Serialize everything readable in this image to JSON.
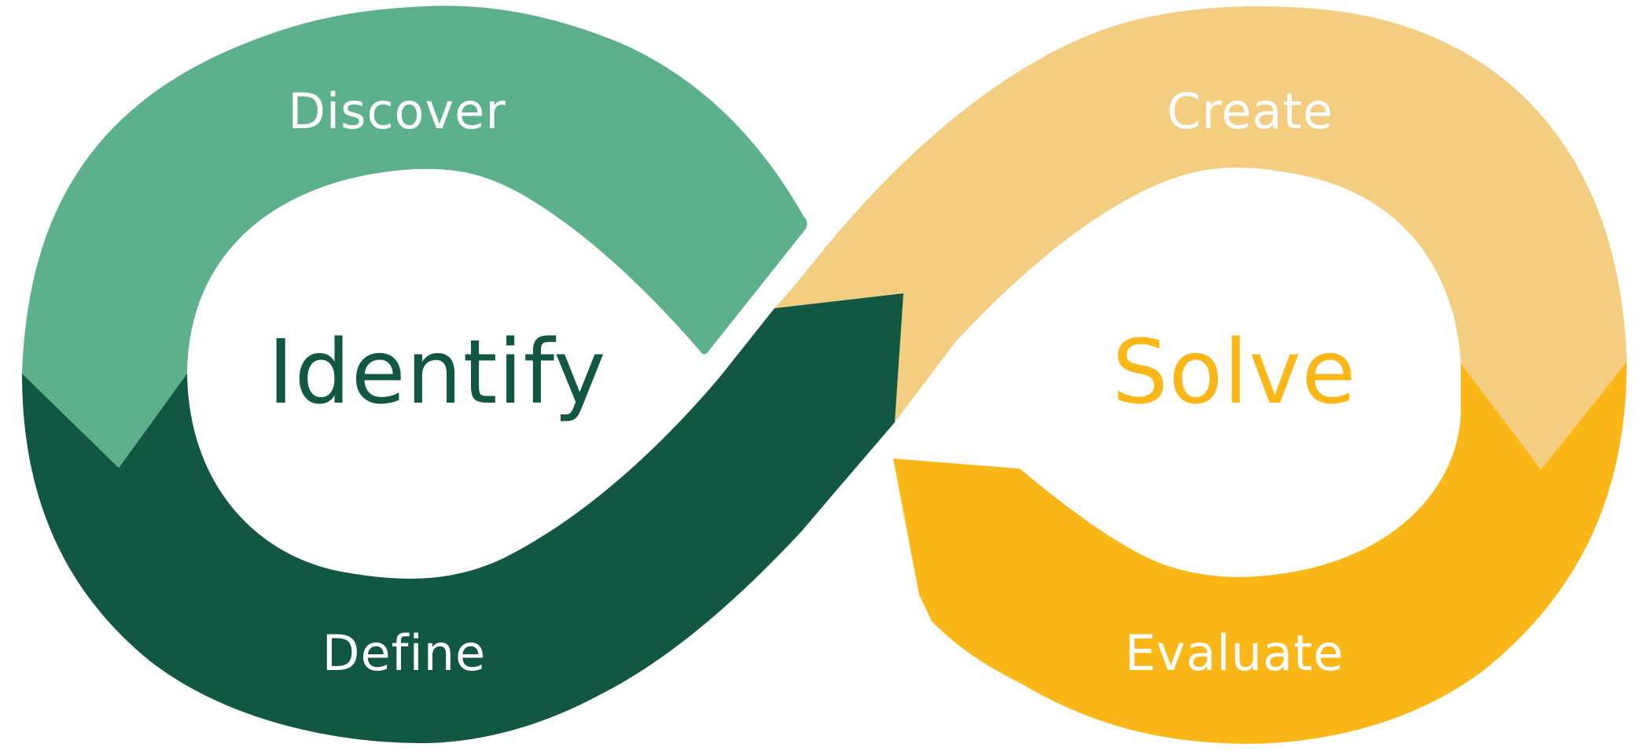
{
  "diagram": {
    "title": "Identify / Solve infinity loop",
    "colors": {
      "discover": "#5DB08C",
      "define": "#115742",
      "create": "#F4CE80",
      "evaluate": "#FAB717",
      "background": "#FFFFFF",
      "label_text": "#FFFFFF"
    },
    "loops": [
      {
        "name": "Identify",
        "color": "#115742",
        "stages": [
          {
            "label": "Discover",
            "color": "#5DB08C"
          },
          {
            "label": "Define",
            "color": "#115742"
          }
        ]
      },
      {
        "name": "Solve",
        "color": "#FAB717",
        "stages": [
          {
            "label": "Create",
            "color": "#F4CE80"
          },
          {
            "label": "Evaluate",
            "color": "#FAB717"
          }
        ]
      }
    ],
    "flow": [
      "Discover",
      "Define",
      "Create",
      "Evaluate"
    ]
  }
}
